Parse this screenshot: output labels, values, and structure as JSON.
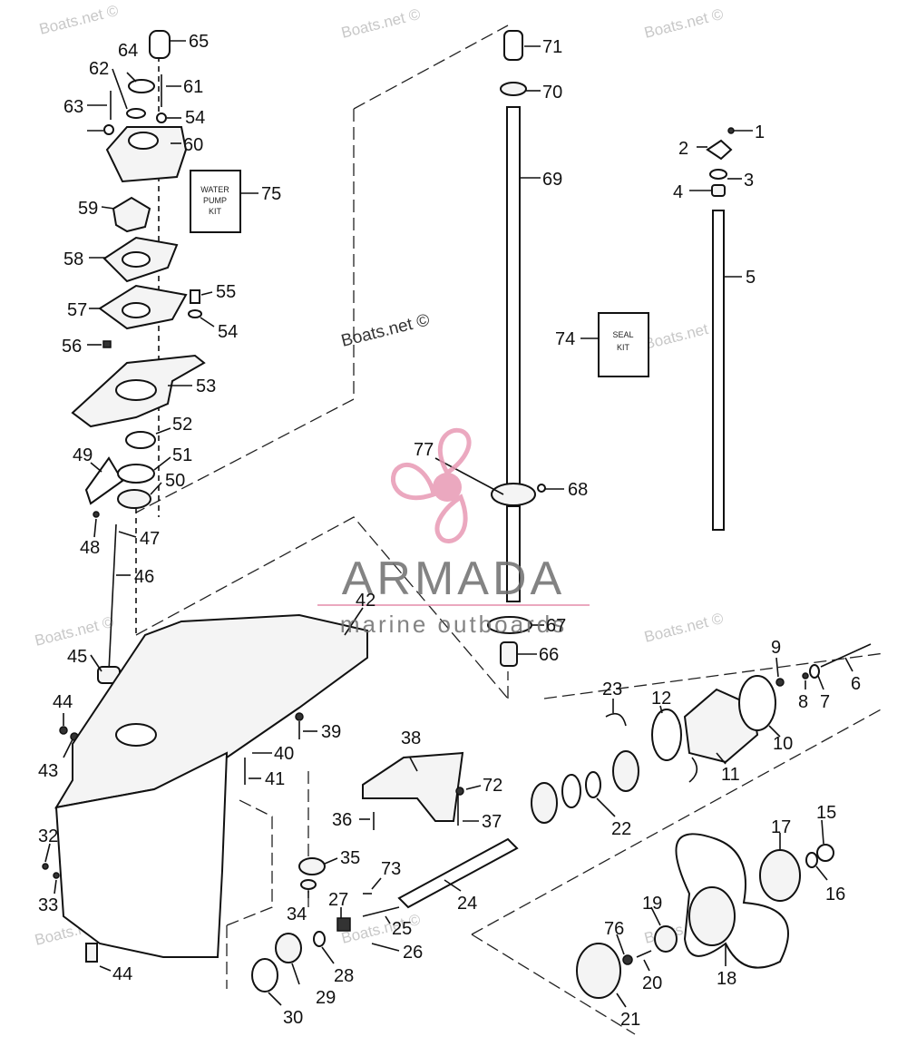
{
  "watermark": {
    "text": "Boats.net ©",
    "brand_name": "ARMADA",
    "brand_tagline": "marine outboards",
    "brand_color": "#e89ab5"
  },
  "kits": {
    "water_pump_kit": [
      "WATER",
      "PUMP",
      "KIT"
    ],
    "seal_kit": [
      "SEAL",
      "KIT"
    ]
  },
  "callouts": [
    "1",
    "2",
    "3",
    "4",
    "5",
    "6",
    "7",
    "8",
    "9",
    "10",
    "11",
    "12",
    "15",
    "16",
    "17",
    "18",
    "19",
    "20",
    "21",
    "22",
    "23",
    "24",
    "25",
    "26",
    "27",
    "28",
    "29",
    "30",
    "32",
    "33",
    "34",
    "35",
    "36",
    "37",
    "38",
    "39",
    "40",
    "41",
    "42",
    "43",
    "44",
    "44",
    "45",
    "46",
    "47",
    "48",
    "49",
    "50",
    "51",
    "52",
    "53",
    "54",
    "54",
    "55",
    "56",
    "57",
    "58",
    "59",
    "60",
    "61",
    "62",
    "63",
    "64",
    "65",
    "66",
    "67",
    "68",
    "69",
    "70",
    "71",
    "72",
    "73",
    "74",
    "75",
    "76",
    "77"
  ]
}
